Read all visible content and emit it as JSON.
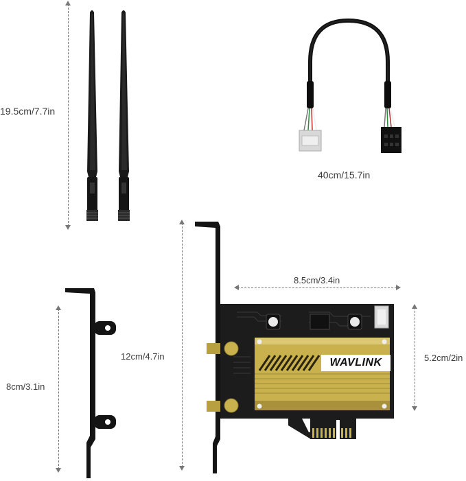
{
  "dimensions": {
    "antenna_height": "19.5cm/7.7in",
    "cable_length": "40cm/15.7in",
    "card_width": "8.5cm/3.4in",
    "full_bracket_height": "12cm/4.7in",
    "low_bracket_height": "8cm/3.1in",
    "card_height": "5.2cm/2in"
  },
  "brand": {
    "logo": "WAVLINK"
  },
  "colors": {
    "gold": "#c9b24e",
    "pcb": "#1c1c1c",
    "background": "#ffffff"
  }
}
